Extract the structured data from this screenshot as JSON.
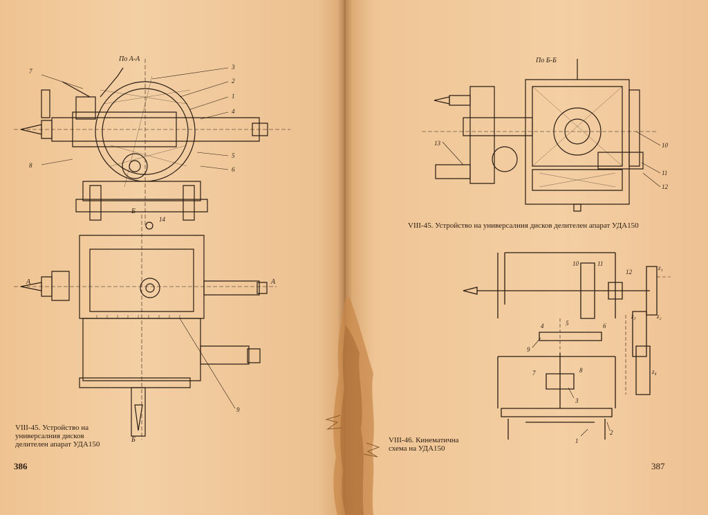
{
  "left_page": {
    "page_number": "386",
    "section_label_1": "По А-А",
    "section_marks": [
      "А",
      "А",
      "Б",
      "Б"
    ],
    "view_label": "14",
    "callouts_top": [
      "7",
      "3",
      "2",
      "1",
      "4",
      "8",
      "5",
      "6"
    ],
    "callout_bottom": "9",
    "caption": [
      "VIII-45. Устройство на",
      "универсалния дисков",
      "делителен апарат УДА150"
    ]
  },
  "right_page": {
    "page_number": "387",
    "section_label": "По Б-Б",
    "callouts_top": [
      "13",
      "10",
      "11",
      "12"
    ],
    "caption_top": "VIII-45. Устройство на универсалния дисков делителен апарат УДА150",
    "kinematic_labels": [
      "10",
      "11",
      "12",
      "z₁",
      "z₂",
      "z₃",
      "z₄",
      "4",
      "5",
      "6",
      "9",
      "7",
      "8",
      "3",
      "2",
      "1"
    ],
    "caption_bottom": [
      "VIII-46. Кинематична",
      "схема на УДА150"
    ]
  }
}
